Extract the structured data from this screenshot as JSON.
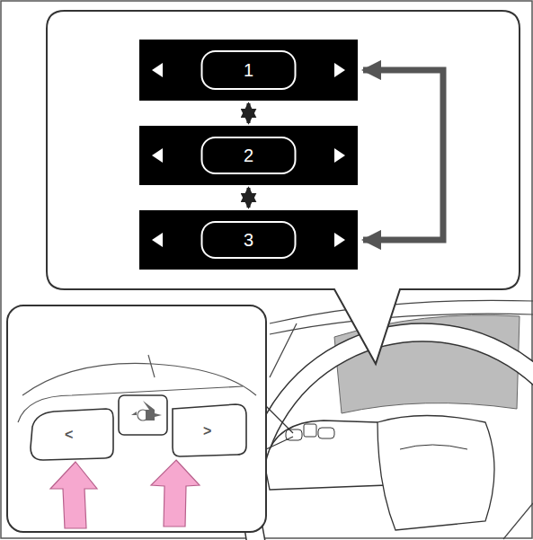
{
  "diagram": {
    "nodes": [
      {
        "text": [
          "1"
        ]
      },
      {
        "text": [
          "2"
        ]
      },
      {
        "text": [
          "3"
        ]
      }
    ],
    "edges": [
      {
        "from": 0,
        "to": 1,
        "arrow": "both"
      },
      {
        "from": 1,
        "to": 2,
        "arrow": "both"
      },
      {
        "from": 0,
        "to": 2,
        "arrow": "both"
      }
    ],
    "labels": [
      "<",
      ">"
    ]
  }
}
